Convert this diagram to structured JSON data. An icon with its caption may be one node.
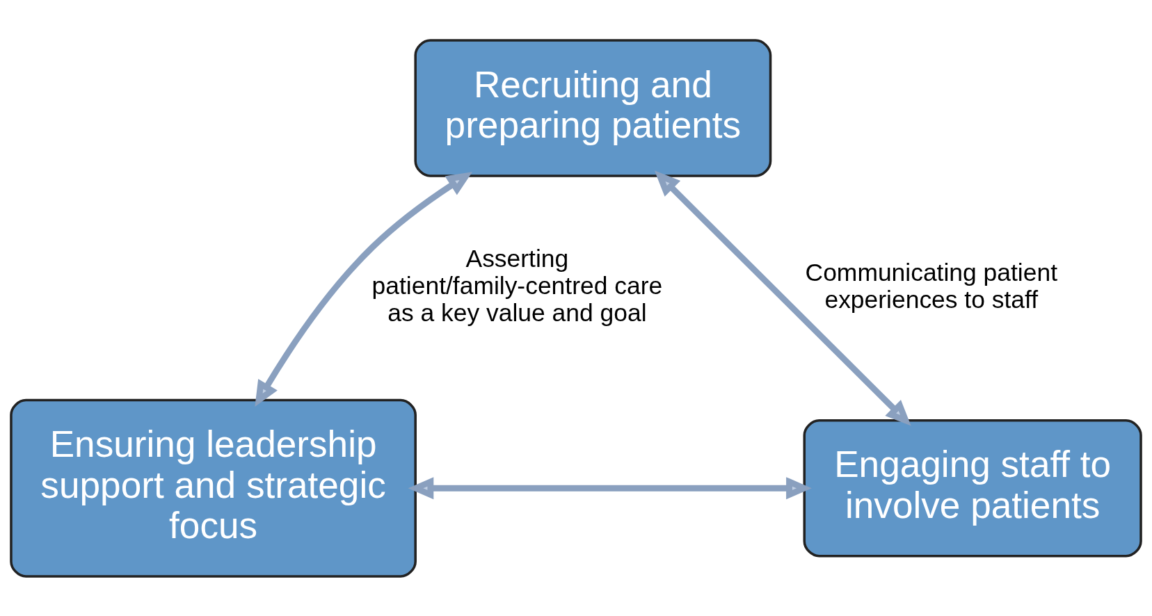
{
  "diagram": {
    "nodes": [
      {
        "text": [
          "Recruiting and preparing patients"
        ]
      },
      {
        "text": [
          "Ensuring leadership support and strategic focus"
        ]
      },
      {
        "text": [
          "Engaging staff to involve patients"
        ]
      }
    ],
    "edges": [
      {
        "from": 0,
        "to": 1,
        "arrow": "both",
        "label": "Asserting patient/family-centred care as a key value and goal"
      },
      {
        "from": 0,
        "to": 2,
        "arrow": "both",
        "label": "Communicating patient experiences to staff"
      },
      {
        "from": 1,
        "to": 2,
        "arrow": "both"
      }
    ]
  }
}
